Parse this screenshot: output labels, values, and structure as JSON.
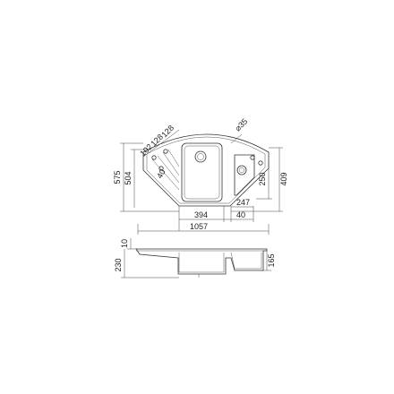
{
  "plan_view": {
    "dim_575": "575",
    "dim_504": "504",
    "dim_102": "102",
    "dim_128a": "128",
    "dim_128b": "128",
    "dim_diam35": "⌀35",
    "dim_40_angle": "40",
    "dim_250": "250",
    "dim_409": "409",
    "dim_247": "247",
    "dim_394": "394",
    "dim_40": "40",
    "dim_1057": "1057"
  },
  "section_view": {
    "dim_10": "10",
    "dim_230": "230",
    "dim_165": "165"
  }
}
